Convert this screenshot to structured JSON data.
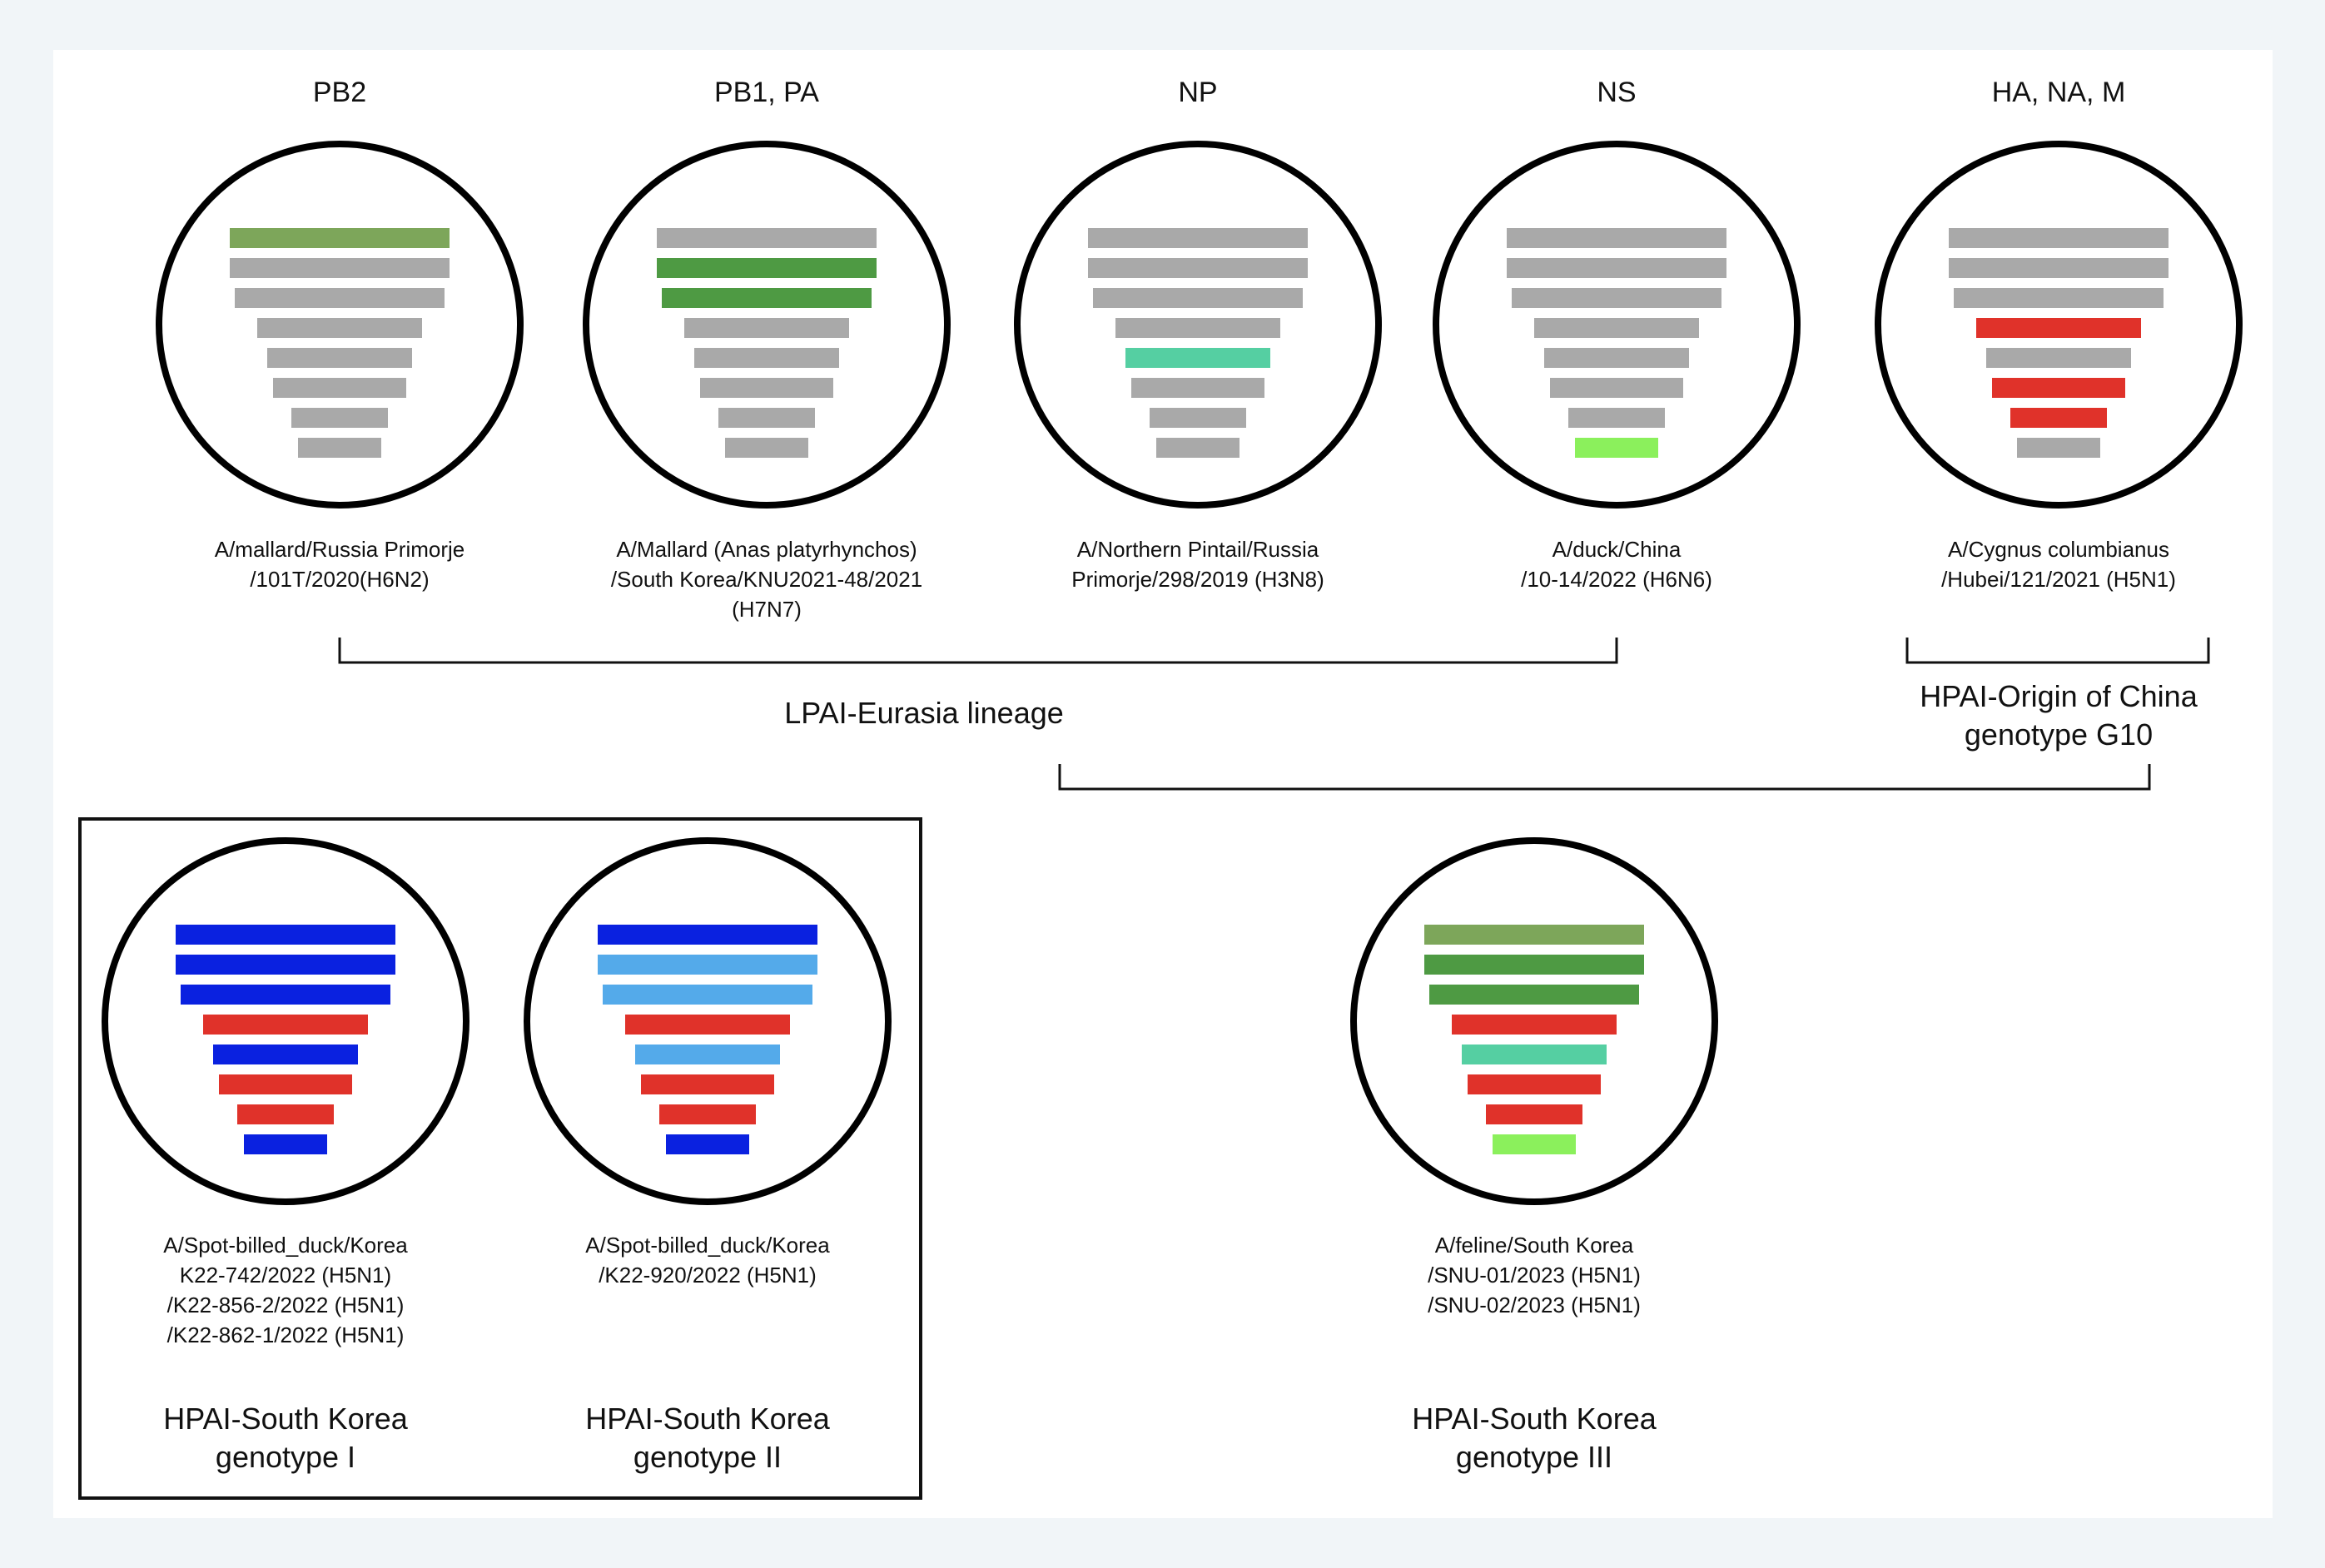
{
  "colors": {
    "grey": "#a9a9a9",
    "olive_green": "#7da65a",
    "green": "#4e9a43",
    "teal": "#55cfa2",
    "lime": "#8bf05c",
    "red": "#e0322a",
    "blue": "#0a21e0",
    "light_blue": "#54aaea"
  },
  "segment_headers": [
    "PB2",
    "PB1, PA",
    "NP",
    "NS",
    "HA, NA, M"
  ],
  "donors": [
    {
      "strain": [
        "A/mallard/Russia Primorje",
        "/101T/2020(H6N2)"
      ],
      "bars": [
        "olive_green",
        "grey",
        "grey",
        "grey",
        "grey",
        "grey",
        "grey",
        "grey"
      ]
    },
    {
      "strain": [
        "A/Mallard (Anas platyrhynchos)",
        "/South Korea/KNU2021-48/2021",
        "(H7N7)"
      ],
      "bars": [
        "grey",
        "green",
        "green",
        "grey",
        "grey",
        "grey",
        "grey",
        "grey"
      ]
    },
    {
      "strain": [
        "A/Northern Pintail/Russia",
        "Primorje/298/2019 (H3N8)"
      ],
      "bars": [
        "grey",
        "grey",
        "grey",
        "grey",
        "teal",
        "grey",
        "grey",
        "grey"
      ]
    },
    {
      "strain": [
        "A/duck/China",
        "/10-14/2022 (H6N6)"
      ],
      "bars": [
        "grey",
        "grey",
        "grey",
        "grey",
        "grey",
        "grey",
        "grey",
        "lime"
      ]
    },
    {
      "strain": [
        "A/Cygnus columbianus",
        "/Hubei/121/2021 (H5N1)"
      ],
      "bars": [
        "grey",
        "grey",
        "grey",
        "red",
        "grey",
        "red",
        "red",
        "grey"
      ]
    }
  ],
  "lineage_labels": {
    "lpai": "LPAI-Eurasia lineage",
    "hpai_china": [
      "HPAI-Origin of China",
      "genotype G10"
    ]
  },
  "genotypes": [
    {
      "strain": [
        "A/Spot-billed_duck/Korea",
        "K22-742/2022 (H5N1)",
        "/K22-856-2/2022 (H5N1)",
        "/K22-862-1/2022 (H5N1)"
      ],
      "group": [
        "HPAI-South Korea",
        "genotype I"
      ],
      "bars": [
        "blue",
        "blue",
        "blue",
        "red",
        "blue",
        "red",
        "red",
        "blue"
      ]
    },
    {
      "strain": [
        "A/Spot-billed_duck/Korea",
        "/K22-920/2022 (H5N1)"
      ],
      "group": [
        "HPAI-South Korea",
        "genotype II"
      ],
      "bars": [
        "blue",
        "light_blue",
        "light_blue",
        "red",
        "light_blue",
        "red",
        "red",
        "blue"
      ]
    },
    {
      "strain": [
        "A/feline/South Korea",
        "/SNU-01/2023 (H5N1)",
        "/SNU-02/2023 (H5N1)"
      ],
      "group": [
        "HPAI-South Korea",
        "genotype III"
      ],
      "bars": [
        "olive_green",
        "green",
        "green",
        "red",
        "teal",
        "red",
        "red",
        "lime"
      ]
    }
  ]
}
